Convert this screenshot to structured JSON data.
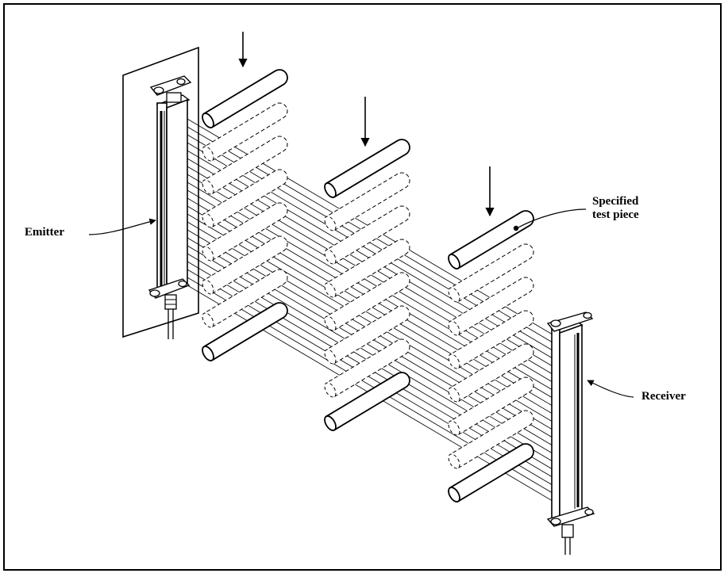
{
  "labels": {
    "emitter": "Emitter",
    "receiver": "Receiver",
    "test_piece_line1": "Specified",
    "test_piece_line2": "test piece"
  },
  "colors": {
    "line": "#000000",
    "background": "#ffffff"
  }
}
